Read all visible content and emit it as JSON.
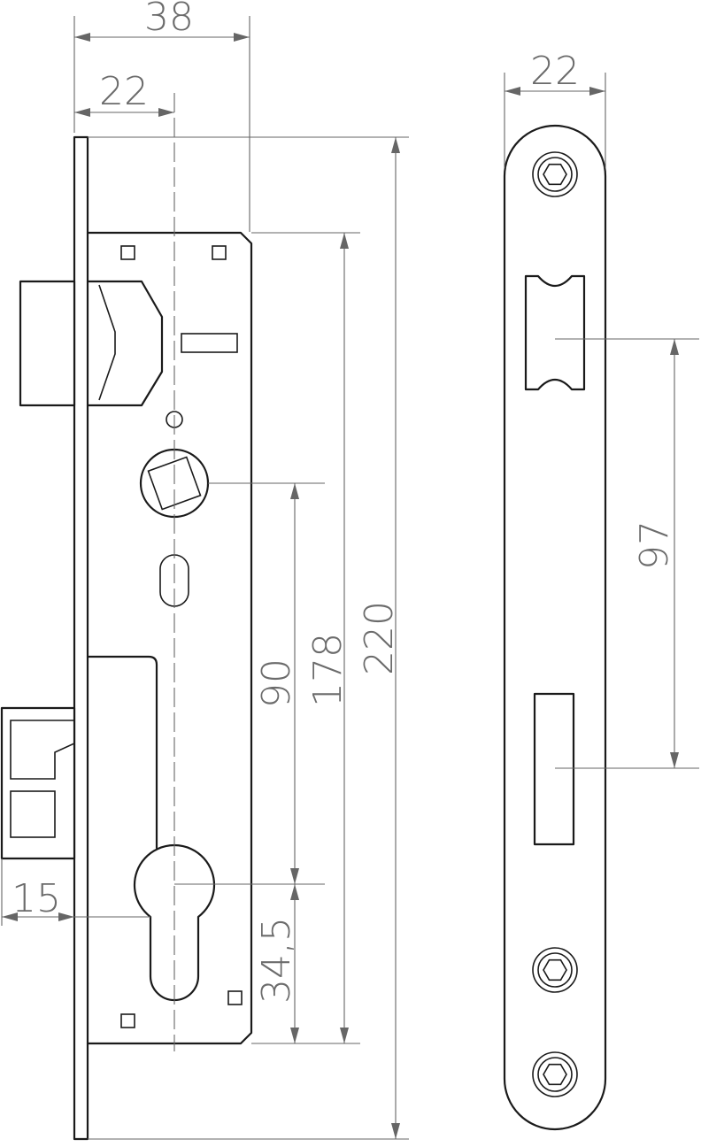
{
  "drawing": {
    "colors": {
      "line": "#1a1a1a",
      "dimension": "#666666",
      "background": "#ffffff"
    },
    "dimensions": {
      "case_depth_38": "38",
      "backset_22": "22",
      "faceplate_length_220": "220",
      "case_height_178": "178",
      "handle_to_cylinder_90": "90",
      "cylinder_offset_34_5": "34,5",
      "latch_projection_15": "15",
      "strike_width_22": "22",
      "strike_openings_97": "97"
    }
  }
}
